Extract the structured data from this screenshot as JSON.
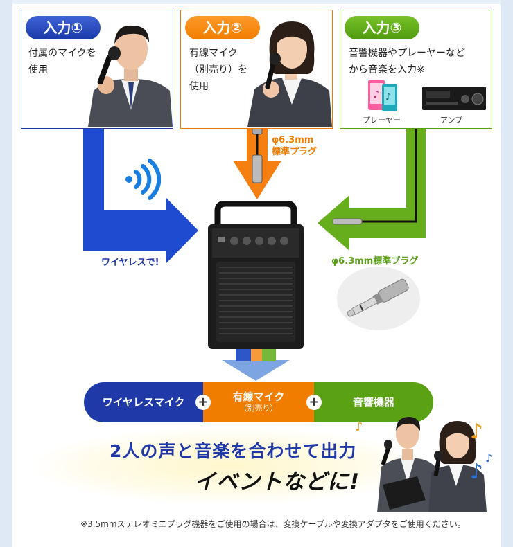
{
  "inputs": [
    {
      "label": "入力①",
      "lines": [
        "付属のマイクを",
        "使用"
      ]
    },
    {
      "label": "入力②",
      "lines": [
        "有線マイク",
        "（別売り）を",
        "使用"
      ]
    },
    {
      "label": "入力③",
      "lines": [
        "音響機器やプレーヤーなど",
        "から音楽を入力※"
      ]
    }
  ],
  "device_labels": {
    "player": "プレーヤー",
    "amp": "アンプ"
  },
  "callouts": {
    "plug_orange": [
      "φ6.3mm",
      "標準プラグ"
    ],
    "plug_green": "φ6.3mm標準プラグ",
    "wireless": "ワイヤレスで!"
  },
  "summary_bar": {
    "wireless": "ワイヤレスマイク",
    "wired_main": "有線マイク",
    "wired_sub": "（別売り）",
    "audio": "音響機器",
    "plus": "+"
  },
  "headline": {
    "line1": "2人の声と音楽を合わせて出力",
    "line2": "イベントなどに!"
  },
  "footnote": "※3.5mmステレオミニプラグ機器をご使用の場合は、変換ケーブルや変換アダプタをご使用ください。",
  "colors": {
    "blue": "#1f3aa8",
    "orange": "#f07d00",
    "green": "#5aa114",
    "background": "#dfe9f6"
  },
  "icons": [
    "wireless-waves-icon",
    "music-note-icon"
  ]
}
